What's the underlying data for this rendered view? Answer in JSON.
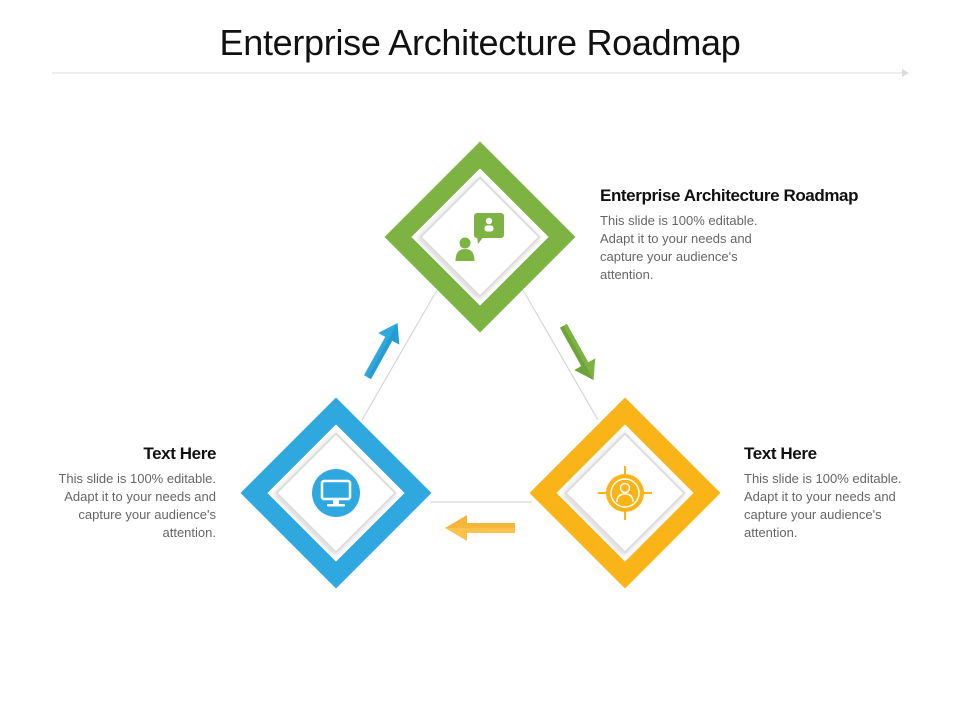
{
  "slide": {
    "title": "Enterprise Architecture Roadmap"
  },
  "nodes": [
    {
      "id": "top",
      "heading": "Enterprise Architecture Roadmap",
      "body": "This slide is 100% editable. Adapt it to your needs and capture your audience's attention.",
      "color": "#7cb342",
      "icon": "user-chat-icon"
    },
    {
      "id": "left",
      "heading": "Text Here",
      "body": "This slide is 100% editable. Adapt it to your needs and capture your audience's attention.",
      "color": "#2fa8e0",
      "icon": "monitor-icon"
    },
    {
      "id": "right",
      "heading": "Text Here",
      "body": "This slide is 100% editable. Adapt it to your needs and capture your audience's attention.",
      "color": "#fbb417",
      "icon": "target-person-icon"
    }
  ],
  "colors": {
    "connector": "#d6d6d6",
    "inner_border": "#dddddd",
    "arrow_left": "#fcc24d"
  }
}
